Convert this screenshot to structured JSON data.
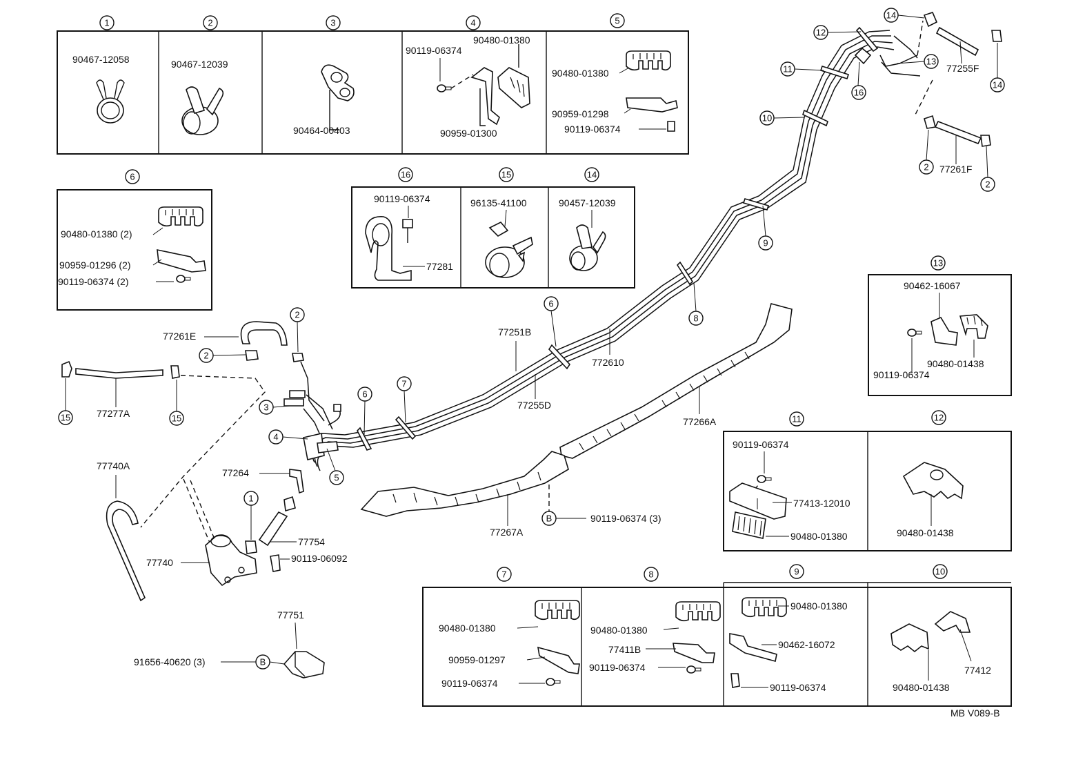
{
  "diagram_code": "MB  V089-B",
  "callouts": {
    "c1": "1",
    "c2": "2",
    "c3": "3",
    "c4": "4",
    "c5": "5",
    "c6": "6",
    "c7": "7",
    "c8": "8",
    "c9": "9",
    "c10": "10",
    "c11": "11",
    "c12": "12",
    "c13": "13",
    "c14": "14",
    "c15": "15",
    "c16": "16"
  },
  "panels": {
    "p1": {
      "part": "90467-12058"
    },
    "p2": {
      "part": "90467-12039"
    },
    "p3": {
      "part": "90464-00403"
    },
    "p4": {
      "bolt": "90119-06374",
      "clamp": "90480-01380",
      "bracket": "90959-01300"
    },
    "p5": {
      "clamp": "90480-01380",
      "bracket": "90959-01298",
      "bolt": "90119-06374"
    },
    "p6": {
      "clamp": "90480-01380 (2)",
      "bracket": "90959-01296 (2)",
      "bolt": "90119-06374 (2)"
    },
    "p16": {
      "bolt": "90119-06374",
      "clamp": "77281"
    },
    "p15": {
      "clip": "96135-41100"
    },
    "p14": {
      "clip": "90457-12039"
    },
    "p13": {
      "bracket": "90462-16067",
      "bolt": "90119-06374",
      "clamp": "90480-01438"
    },
    "p11": {
      "bolt": "90119-06374",
      "plate": "77413-12010",
      "clamp": "90480-01380"
    },
    "p12": {
      "clamp": "90480-01438"
    },
    "p7": {
      "clamp": "90480-01380",
      "bracket": "90959-01297",
      "bolt": "90119-06374"
    },
    "p8": {
      "clamp": "90480-01380",
      "bracket": "77411B",
      "bolt": "90119-06374"
    },
    "p9": {
      "clamp": "90480-01380",
      "bracket": "90462-16072",
      "bolt": "90119-06374"
    },
    "p10": {
      "clamp": "90480-01438",
      "bracket": "77412"
    }
  },
  "main": {
    "hose_e": "77261E",
    "hose_a": "77277A",
    "canister_hose": "77740A",
    "hose_264": "77264",
    "hose_754": "77754",
    "canister": "77740",
    "canister_bolt": "90119-06092",
    "bracket_751": "77751",
    "bracket_bolt": "91656-40620 (3)",
    "bolt_mark": "B",
    "tube_b": "77251B",
    "tube_d": "77255D",
    "tube_610": "772610",
    "protector_a": "77266A",
    "protector_b": "77267A",
    "protector_bolt": "90119-06374 (3)",
    "hose_f": "77255F",
    "hose_261f": "77261F"
  }
}
